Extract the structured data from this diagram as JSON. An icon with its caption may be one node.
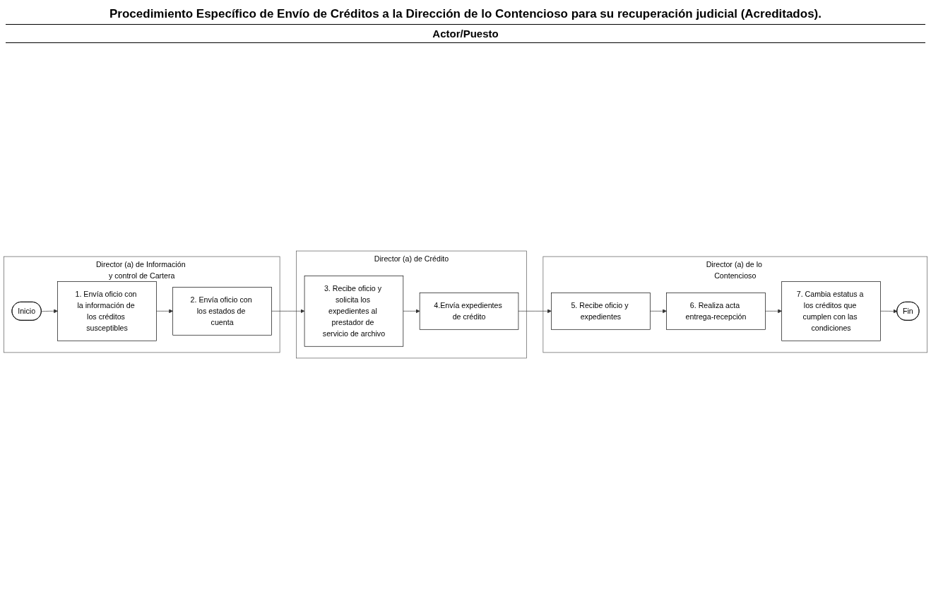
{
  "diagram": {
    "title": "Procedimiento Específico de Envío de Créditos a la Dirección de lo Contencioso para su recuperación judicial (Acreditados).",
    "nodes": [
      {
        "text": [
          "Director (a) de Información y control de Cartera"
        ]
      },
      {
        "text": [
          "Director (a) de Crédito"
        ]
      },
      {
        "text": [
          "Director (a) de lo Contencioso"
        ]
      },
      {
        "text": [
          "Inicio"
        ],
        "in": 0
      },
      {
        "text": [
          "1. Envía oficio con la información de los créditos susceptibles"
        ],
        "in": 0
      },
      {
        "text": [
          "2. Envía oficio con los estados de cuenta"
        ],
        "in": 0
      },
      {
        "text": [
          "3. Recibe oficio y solicita los expedientes al prestador de servicio de archivo"
        ],
        "in": 1
      },
      {
        "text": [
          "4.Envía expedientes de crédito"
        ],
        "in": 1
      },
      {
        "text": [
          "5. Recibe oficio y expedientes"
        ],
        "in": 2
      },
      {
        "text": [
          "6. Realiza acta entrega-recepción"
        ],
        "in": 2
      },
      {
        "text": [
          "7. Cambia estatus a los créditos que cumplen con las condiciones"
        ],
        "in": 2
      },
      {
        "text": [
          "Fin"
        ],
        "in": 2
      }
    ],
    "edges": [
      {
        "from": 3,
        "to": 4,
        "arrow": "to"
      },
      {
        "from": 4,
        "to": 5,
        "arrow": "to"
      },
      {
        "from": 5,
        "to": 6,
        "arrow": "to"
      },
      {
        "from": 6,
        "to": 7,
        "arrow": "to"
      },
      {
        "from": 7,
        "to": 8,
        "arrow": "to"
      },
      {
        "from": 8,
        "to": 9,
        "arrow": "to"
      },
      {
        "from": 9,
        "to": 10,
        "arrow": "to"
      },
      {
        "from": 10,
        "to": 11,
        "arrow": "to"
      }
    ],
    "labels": [
      "Actor/Puesto"
    ]
  }
}
